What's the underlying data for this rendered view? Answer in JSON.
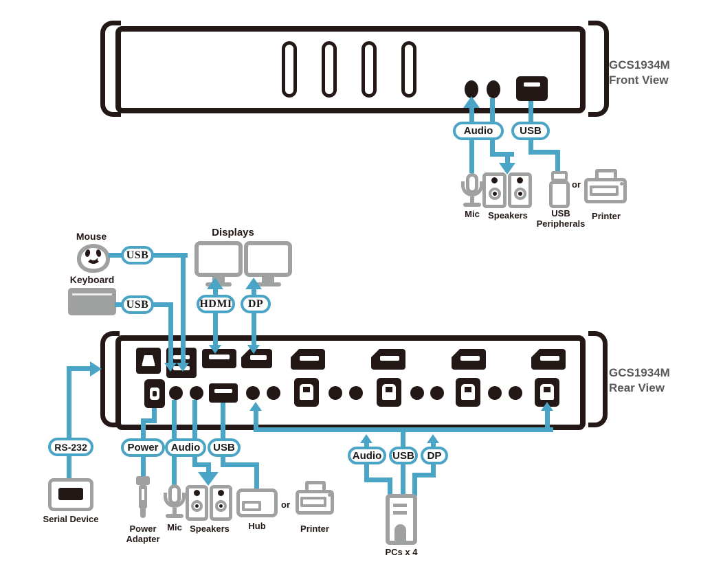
{
  "front_view": {
    "model": "GCS1934M",
    "view_label": "Front View",
    "callouts": {
      "audio": "Audio",
      "usb": "USB"
    },
    "peripherals": {
      "mic": "Mic",
      "speakers": "Speakers",
      "usb_line1": "USB",
      "usb_line2": "Peripherals",
      "or": "or",
      "printer": "Printer"
    }
  },
  "console": {
    "mouse_label": "Mouse",
    "keyboard_label": "Keyboard",
    "displays_label": "Displays",
    "pills": {
      "mouse_usb": "USB",
      "keyboard_usb": "USB",
      "hdmi": "HDMI",
      "dp": "DP"
    }
  },
  "rear_view": {
    "model": "GCS1934M",
    "view_label": "Rear View",
    "pills": {
      "rs232": "RS-232",
      "power": "Power",
      "audio": "Audio",
      "usb": "USB"
    },
    "peripherals": {
      "serial_device": "Serial Device",
      "power_adapter_line1": "Power",
      "power_adapter_line2": "Adapter",
      "mic": "Mic",
      "speakers": "Speakers",
      "hub": "Hub",
      "or": "or",
      "printer": "Printer"
    }
  },
  "pc_group": {
    "pills": {
      "audio": "Audio",
      "usb": "USB",
      "dp": "DP"
    },
    "label": "PCs x 4"
  },
  "colors": {
    "line_blue": "#4aa4c6",
    "outline_dark": "#231815",
    "icon_gray": "#9fa0a0",
    "model_gray": "#595757"
  }
}
